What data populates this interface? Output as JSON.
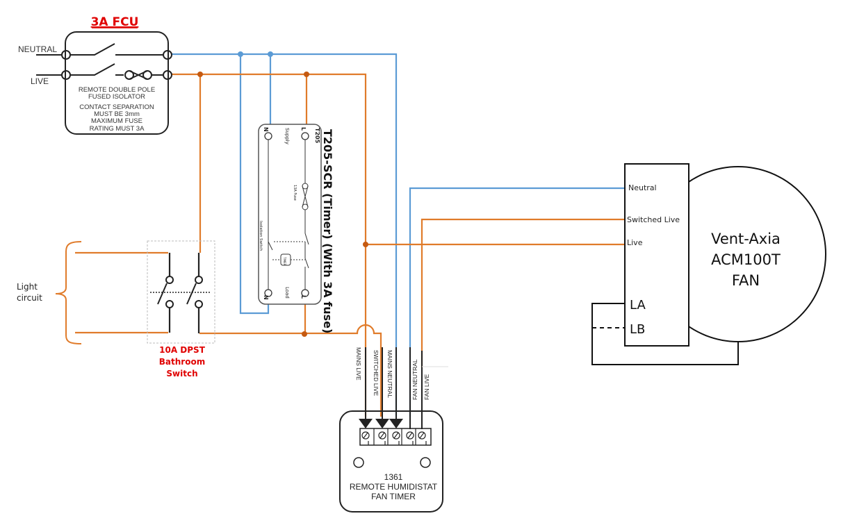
{
  "fcu": {
    "title": "3A FCU",
    "neutral_label": "NEUTRAL",
    "live_label": "LIVE",
    "desc_lines": [
      "REMOTE DOUBLE POLE",
      "FUSED ISOLATOR",
      "CONTACT SEPARATION",
      "MUST BE 3mm",
      "MAXIMUM FUSE",
      "RATING MUST 3A"
    ]
  },
  "timer": {
    "title": "T205-SCR (Timer) (With 3A fuse)",
    "model": "T205",
    "supply_label": "Supply",
    "load_label": "Load",
    "fuse_label": "13A Fuse",
    "isolation_label": "Isolation Switch",
    "timer_box_label": "TIMER",
    "n_label": "N",
    "l_label": "L"
  },
  "switch": {
    "label_lines": [
      "10A DPST",
      "Bathroom",
      "Switch"
    ],
    "light_circuit_lines": [
      "Light",
      "circuit"
    ]
  },
  "humidistat": {
    "terminals": [
      "MAINS LIVE",
      "SWITCHED LIVE",
      "MAINS NEUTRAL",
      "FAN NEUTRAL",
      "FAN LIVE"
    ],
    "label_lines": [
      "1361",
      "REMOTE HUMIDISTAT",
      "FAN TIMER"
    ]
  },
  "fan": {
    "terminals": [
      "Neutral",
      "Switched Live",
      "Live"
    ],
    "la": "LA",
    "lb": "LB",
    "name_lines": [
      "Vent-Axia",
      "ACM100T",
      "FAN"
    ]
  },
  "colors": {
    "neutral_wire": "#5b9bd5",
    "live_wire": "#e07b2a",
    "junction": "#c55a11",
    "title_red": "#e00000"
  }
}
